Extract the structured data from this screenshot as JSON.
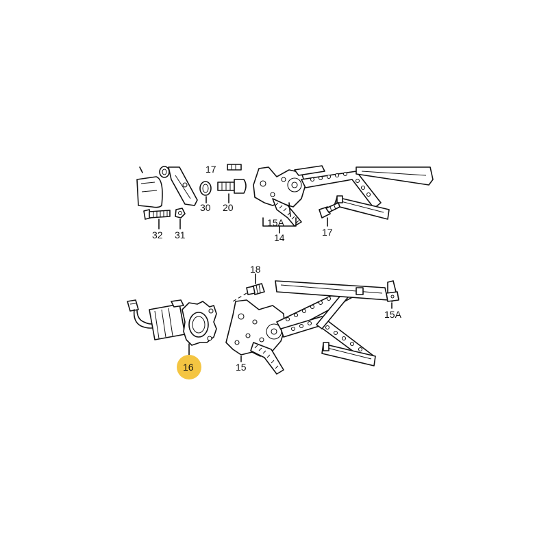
{
  "highlight_color": "#F4C542",
  "labels": {
    "l32": "32",
    "l31": "31",
    "l30": "30",
    "l20": "20",
    "l17_top": "17",
    "l15a_top": "15A",
    "l14": "14",
    "l17": "17",
    "l18": "18",
    "l15a": "15A",
    "l16": "16",
    "l15": "15"
  }
}
